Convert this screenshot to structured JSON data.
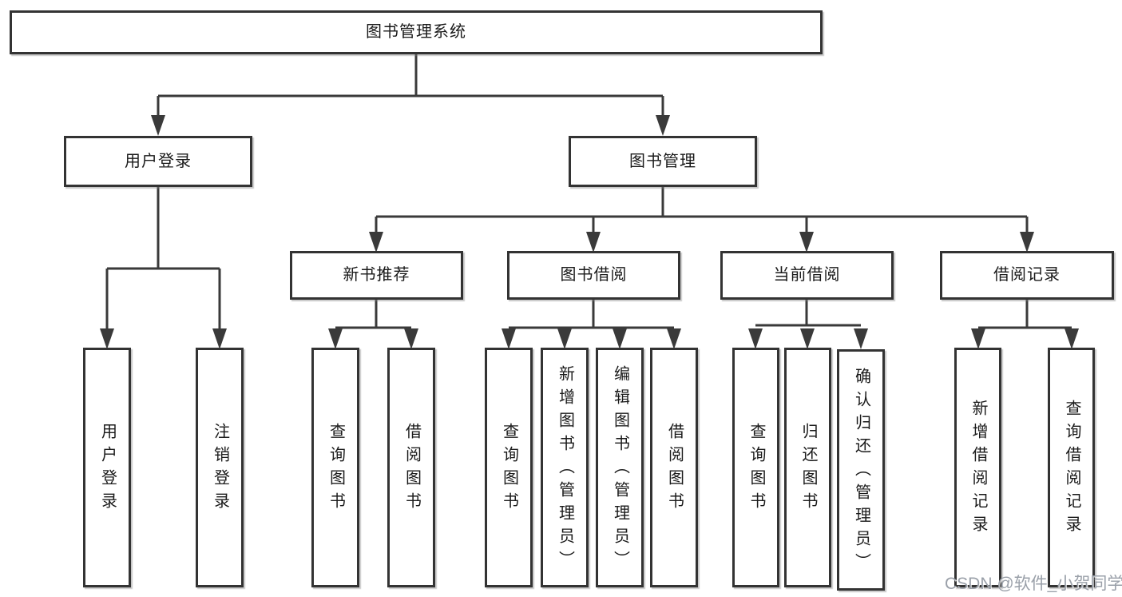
{
  "diagram": {
    "root": {
      "label": "图书管理系统"
    },
    "level2": [
      {
        "label": "用户登录"
      },
      {
        "label": "图书管理"
      }
    ],
    "level3": [
      {
        "label": "新书推荐"
      },
      {
        "label": "图书借阅"
      },
      {
        "label": "当前借阅"
      },
      {
        "label": "借阅记录"
      }
    ],
    "leaves": {
      "user_login": [
        "用户登录",
        "注销登录"
      ],
      "new_books": [
        "查询图书",
        "借阅图书"
      ],
      "book_borrow": [
        "查询图书",
        "新增图书（管理员）",
        "编辑图书（管理员）",
        "借阅图书"
      ],
      "current_borrow": [
        "查询图书",
        "归还图书",
        "确认归还（管理员）"
      ],
      "borrow_records": [
        "新增借阅记录",
        "查询借阅记录"
      ]
    }
  },
  "watermark": {
    "text": "CSDN @软件_小贺同学"
  },
  "colors": {
    "line": "#3a3a3a",
    "border": "#333333",
    "text": "#1a1a1a",
    "watermark": "#9aa0a9",
    "background": "#ffffff"
  }
}
